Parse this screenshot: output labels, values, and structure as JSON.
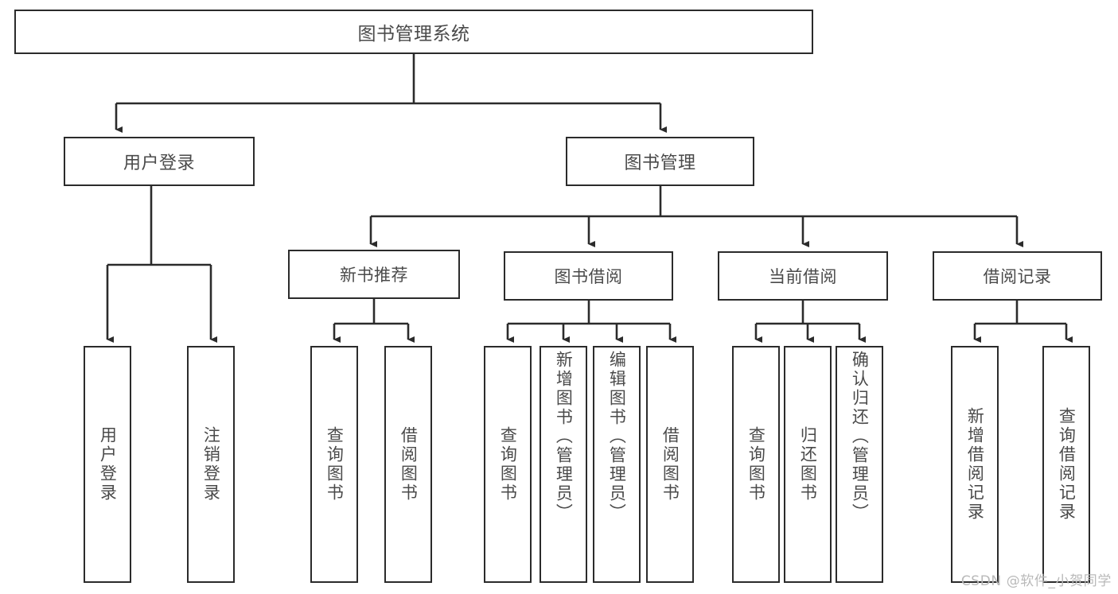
{
  "diagram": {
    "title": "图书管理系统",
    "type": "hierarchy-tree",
    "watermark": "CSDN @软件_小贺同学",
    "colors": {
      "stroke": "#2b2b2b",
      "fill": "#ffffff",
      "text": "#4a4a4a",
      "watermark": "#b9b9b9"
    },
    "root": {
      "label": "图书管理系统"
    },
    "level1": [
      {
        "label": "用户登录"
      },
      {
        "label": "图书管理"
      }
    ],
    "level2": [
      {
        "label": "新书推荐"
      },
      {
        "label": "图书借阅"
      },
      {
        "label": "当前借阅"
      },
      {
        "label": "借阅记录"
      }
    ],
    "leaves": {
      "user_login": [
        {
          "label": "用户登录"
        },
        {
          "label": "注销登录"
        }
      ],
      "new_book_recommend": [
        {
          "label": "查询图书"
        },
        {
          "label": "借阅图书"
        }
      ],
      "book_borrow": [
        {
          "label": "查询图书"
        },
        {
          "label": "新增图书（管理员）"
        },
        {
          "label": "编辑图书（管理员）"
        },
        {
          "label": "借阅图书"
        }
      ],
      "current_borrow": [
        {
          "label": "查询图书"
        },
        {
          "label": "归还图书"
        },
        {
          "label": "确认归还（管理员）"
        }
      ],
      "borrow_record": [
        {
          "label": "新增借阅记录"
        },
        {
          "label": "查询借阅记录"
        }
      ]
    }
  }
}
